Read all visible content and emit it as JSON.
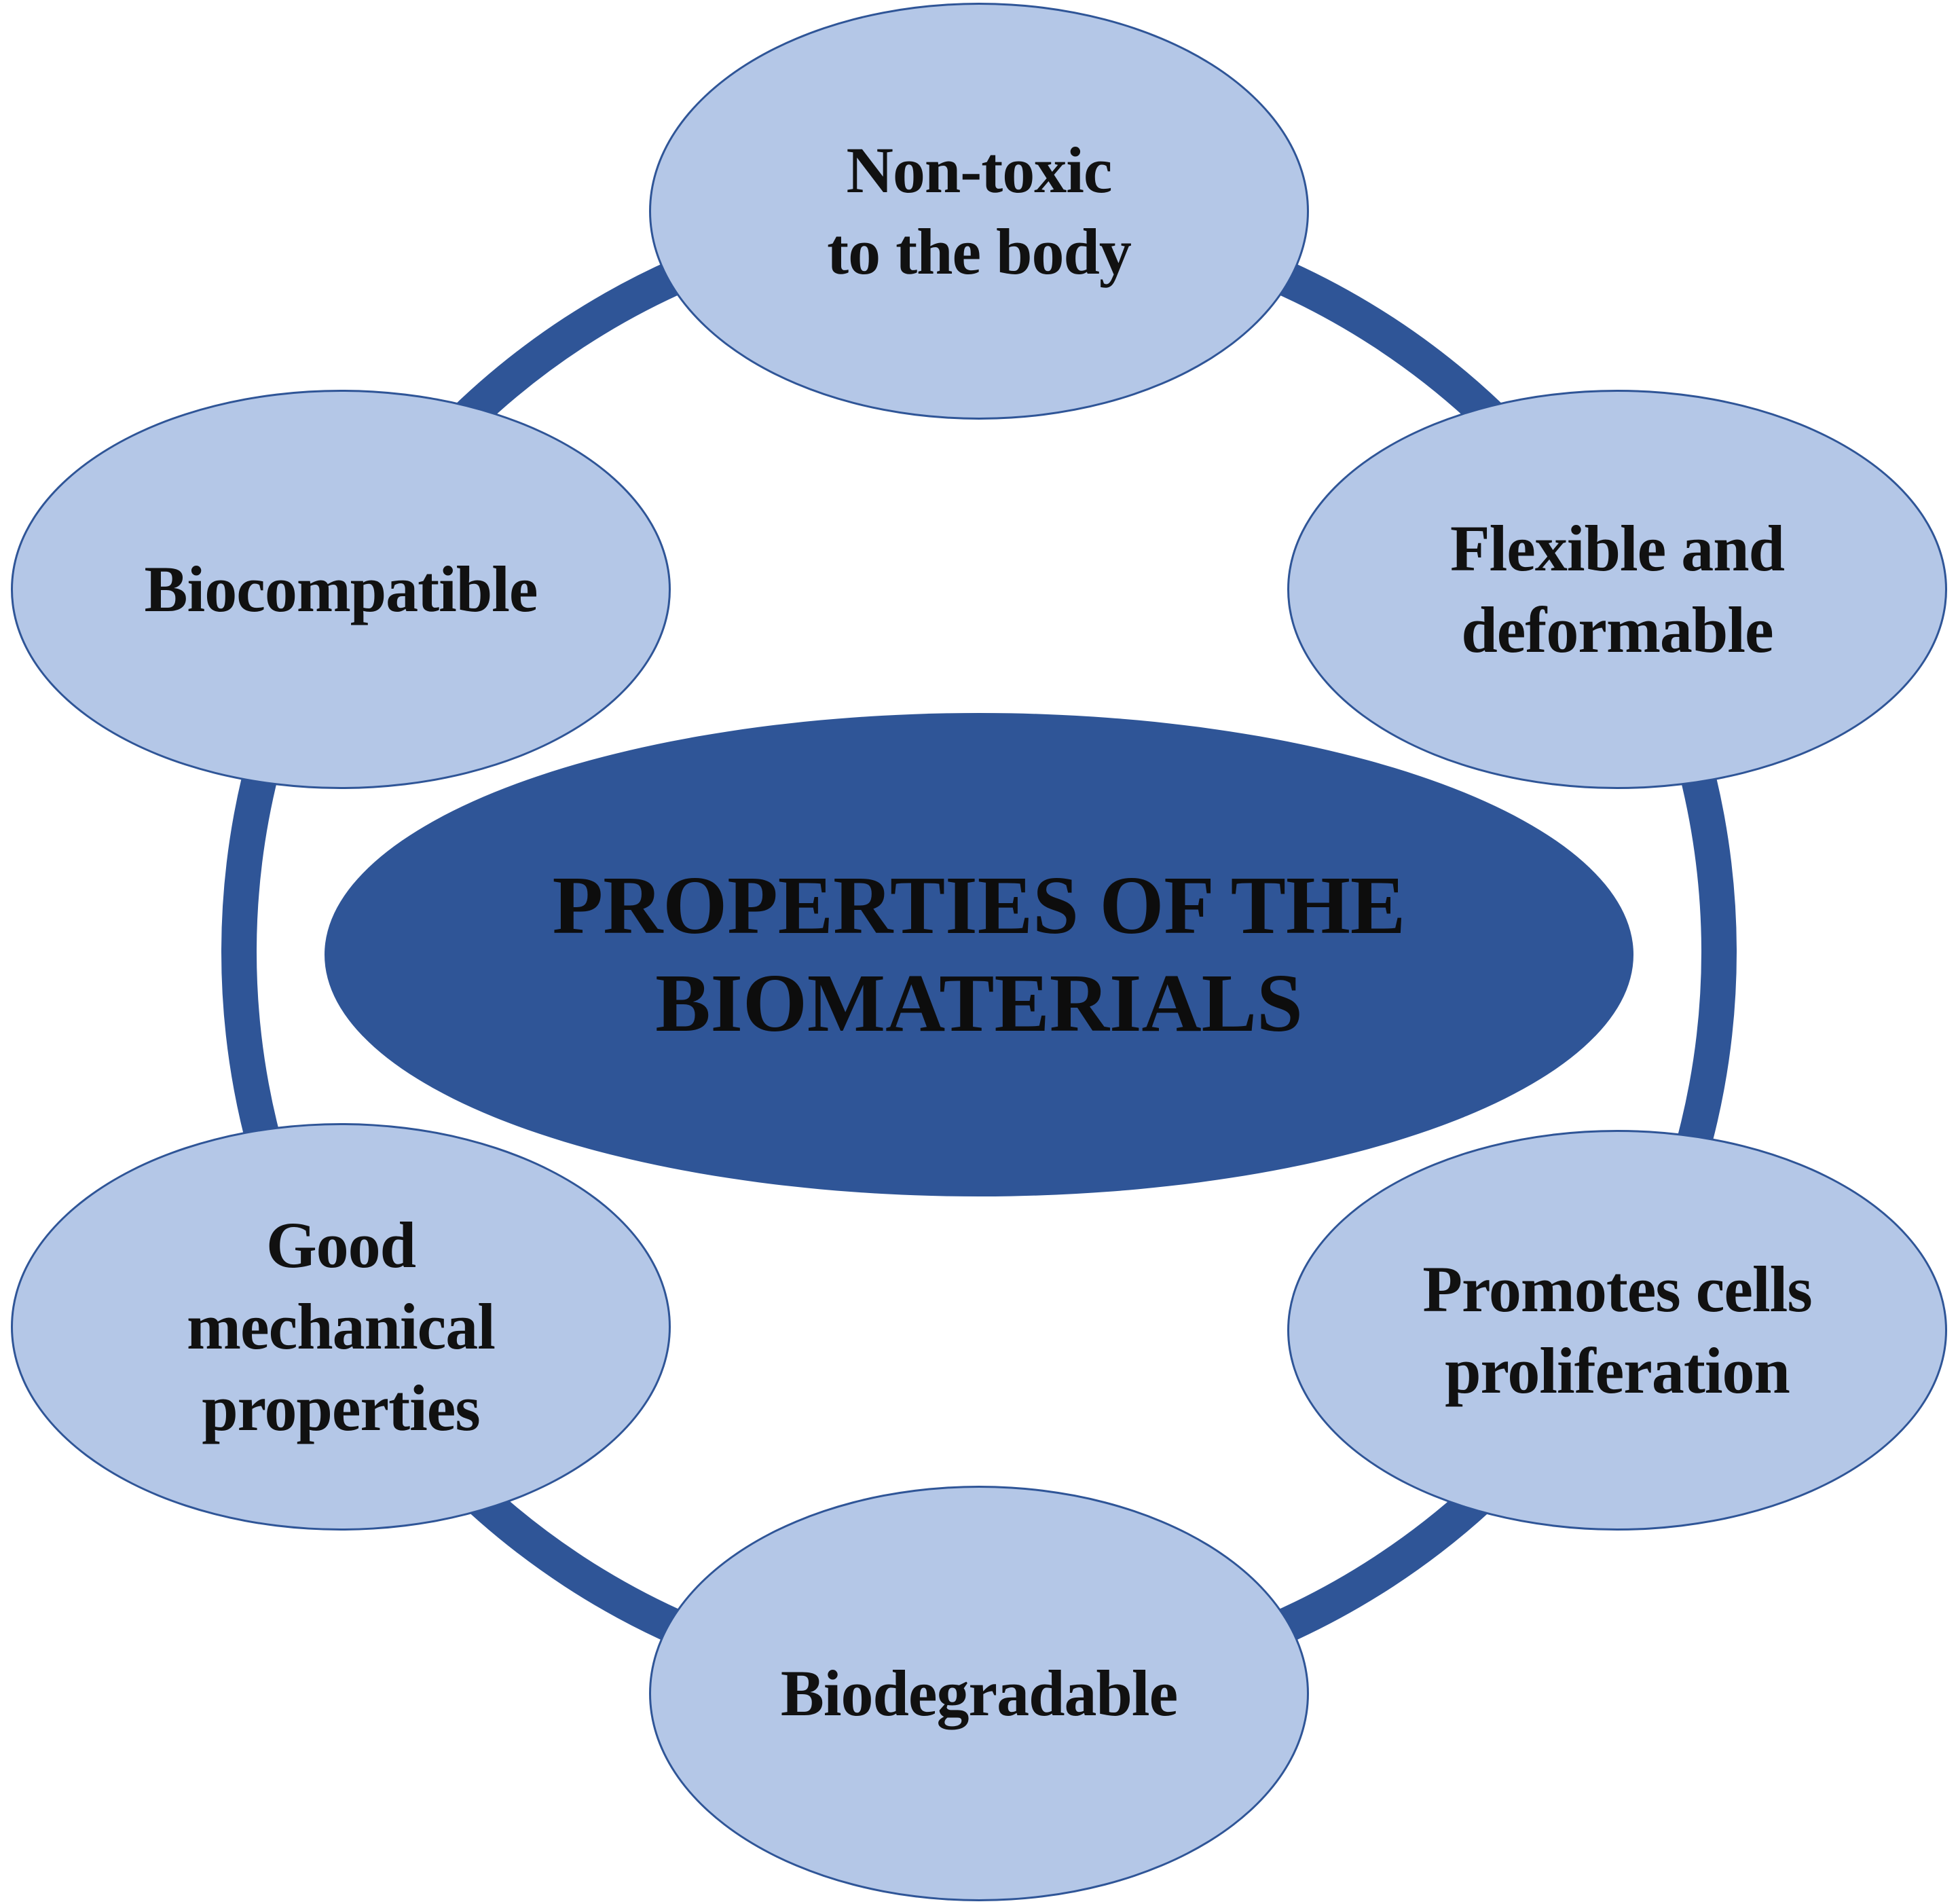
{
  "colors": {
    "ring": "#2f5597",
    "center_fill": "#2f5597",
    "node_fill": "#b4c7e7",
    "node_border": "#2f5597",
    "text": "#111111"
  },
  "center": {
    "line1": "PROPERTIES OF THE",
    "line2": "BIOMATERIALS"
  },
  "nodes": {
    "non_toxic": {
      "line1": "Non-toxic",
      "line2": "to the body"
    },
    "flexible": {
      "line1": "Flexible and",
      "line2": "deformable"
    },
    "promotes": {
      "line1": "Promotes cells",
      "line2": "proliferation"
    },
    "biodegradable": {
      "line1": "Biodegradable"
    },
    "mechanical": {
      "line1": "Good",
      "line2": "mechanical",
      "line3": "properties"
    },
    "biocompatible": {
      "line1": "Biocompatible"
    }
  }
}
